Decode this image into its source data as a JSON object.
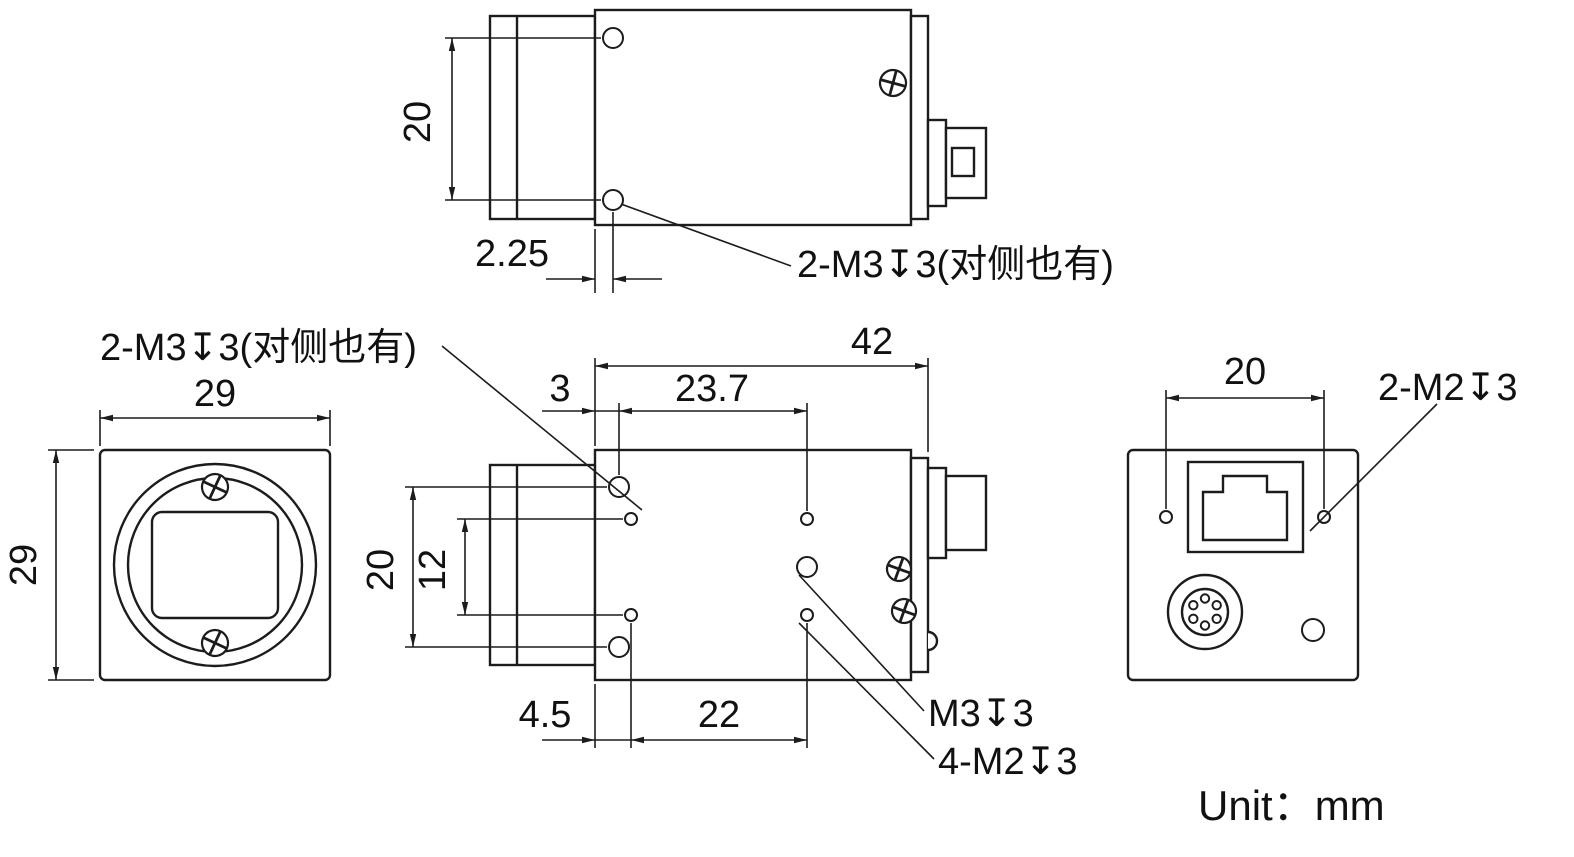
{
  "top_view": {
    "dim_hole_spacing": "20",
    "dim_edge_offset": "2.25",
    "thread_label": "2-M3↧3(对侧也有)"
  },
  "front_view": {
    "dim_width": "29",
    "dim_height": "29"
  },
  "side_view": {
    "thread_label": "2-M3↧3(对侧也有)",
    "dim_length": "42",
    "dim_front_offset": "3",
    "dim_hole_spacing": "23.7",
    "dim_m3_spacing": "20",
    "dim_m2_spacing": "12",
    "dim_m2_offset": "4.5",
    "dim_m2_length": "22",
    "m3_label": "M3↧3",
    "m2_label": "4-M2↧3"
  },
  "back_view": {
    "dim_hole_spacing": "20",
    "m2_label": "2-M2↧3"
  },
  "unit_note": "Unit：mm"
}
